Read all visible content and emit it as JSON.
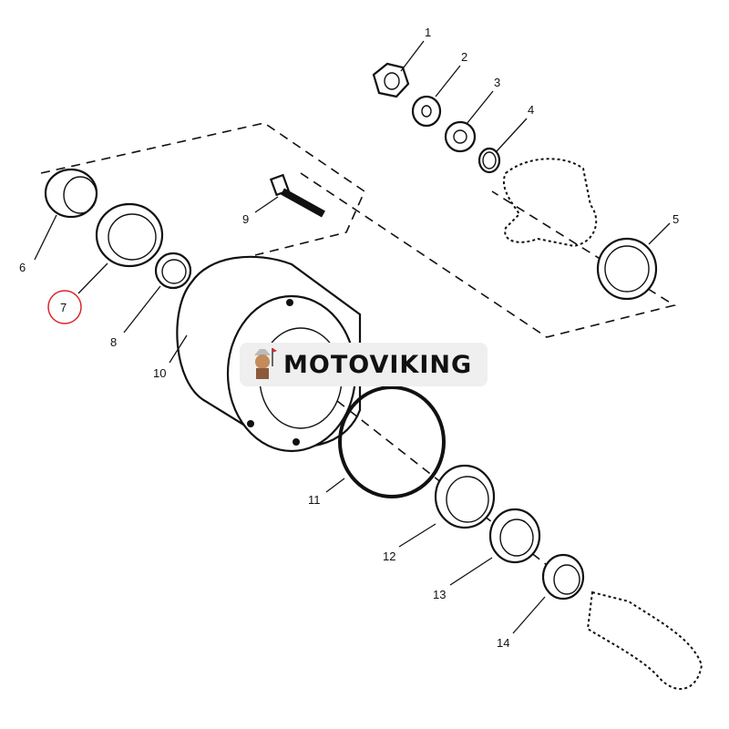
{
  "diagram": {
    "callouts": [
      "1",
      "2",
      "3",
      "4",
      "5",
      "6",
      "7",
      "8",
      "9",
      "10",
      "11",
      "12",
      "13",
      "14"
    ],
    "highlighted_callout": "7",
    "highlight_color": "#d9262c"
  },
  "watermark": {
    "brand": "MOTOVIKING"
  }
}
